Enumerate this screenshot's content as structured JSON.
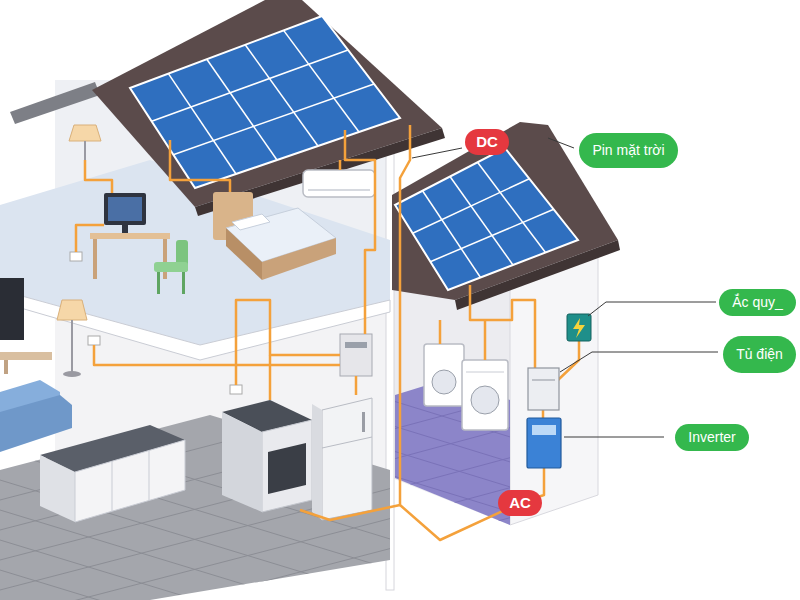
{
  "diagram": {
    "nodes": [
      {
        "text": [
          "DC"
        ]
      },
      {
        "text": [
          "Pin mặt trời"
        ]
      },
      {
        "text": [
          "Ắc quy_"
        ]
      },
      {
        "text": [
          "Tủ điện"
        ]
      },
      {
        "text": [
          "Inverter"
        ]
      },
      {
        "text": [
          "AC"
        ]
      }
    ],
    "edges": []
  }
}
